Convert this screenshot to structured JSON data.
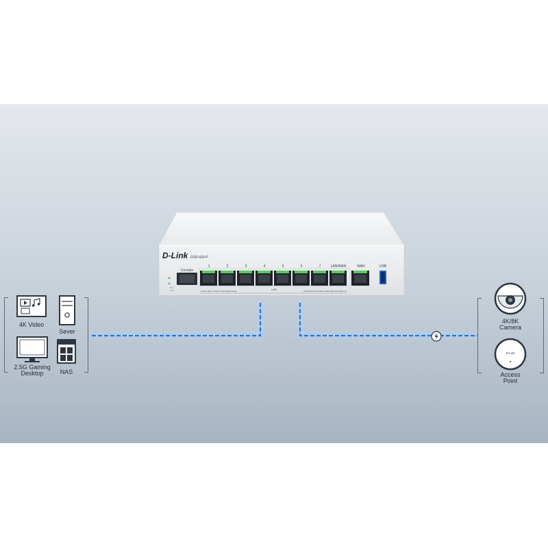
{
  "switch": {
    "brand": "D-Link",
    "model": "DSR-600-P",
    "console_label": "Console",
    "port_numbers": [
      "1",
      "2",
      "3",
      "4",
      "5",
      "6",
      "7"
    ],
    "lan_wan_label": "LAN/WAN",
    "wan_label": "WAN",
    "usb_label": "USB",
    "lan_label": "LAN",
    "led_text_left": "◄ LED LEFT  Link/Act: ON  Idle ■  PoE ■",
    "led_text_right": "1000/100/10   2.5G ■   Link ■   Act ■   LED RIGHT ►"
  },
  "left_devices": {
    "video": "4K Video",
    "server": "Sever",
    "desktop_line1": "2.5G Gaming",
    "desktop_line2": "Desktop",
    "nas": "NAS"
  },
  "right_devices": {
    "camera_line1": "4K/8K",
    "camera_line2": "Camera",
    "ap_line1": "Access",
    "ap_line2": "Point",
    "ap_logo": "D-Link"
  },
  "colors": {
    "link_blue": "#2f6fd6",
    "glow": "#8ec5ff",
    "port_led_green": "#5ec95e"
  }
}
